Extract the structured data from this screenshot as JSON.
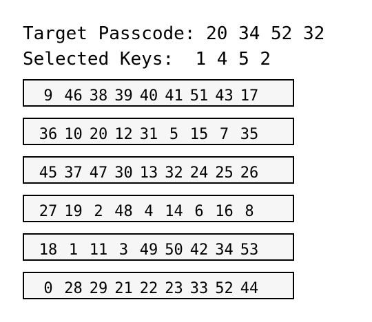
{
  "target": {
    "label": "Target Passcode:",
    "value": "20 34 52 32"
  },
  "selected": {
    "label": "Selected Keys:",
    "value": "1 4 5 2"
  },
  "keypad": {
    "rows": [
      [
        "9",
        "46",
        "38",
        "39",
        "40",
        "41",
        "51",
        "43",
        "17"
      ],
      [
        "36",
        "10",
        "20",
        "12",
        "31",
        "5",
        "15",
        "7",
        "35"
      ],
      [
        "45",
        "37",
        "47",
        "30",
        "13",
        "32",
        "24",
        "25",
        "26"
      ],
      [
        "27",
        "19",
        "2",
        "48",
        "4",
        "14",
        "6",
        "16",
        "8"
      ],
      [
        "18",
        "1",
        "11",
        "3",
        "49",
        "50",
        "42",
        "34",
        "53"
      ],
      [
        "0",
        "28",
        "29",
        "21",
        "22",
        "23",
        "33",
        "52",
        "44"
      ]
    ]
  }
}
